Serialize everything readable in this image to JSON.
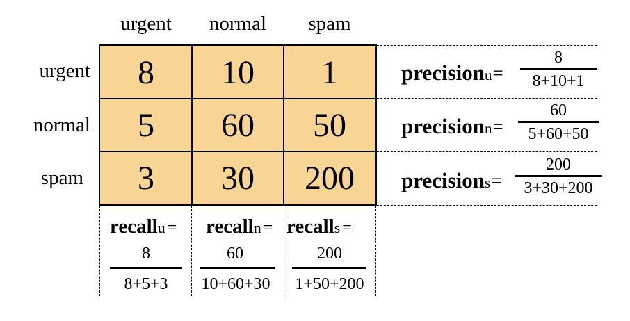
{
  "columns": [
    "urgent",
    "normal",
    "spam"
  ],
  "rows": [
    "urgent",
    "normal",
    "spam"
  ],
  "matrix": [
    [
      "8",
      "10",
      "1"
    ],
    [
      "5",
      "60",
      "50"
    ],
    [
      "3",
      "30",
      "200"
    ]
  ],
  "precision": [
    {
      "word": "precision",
      "sub": "u",
      "eq": "=",
      "numerator": "8",
      "denominator": "8+10+1"
    },
    {
      "word": "precision",
      "sub": "n",
      "eq": "=",
      "numerator": "60",
      "denominator": "5+60+50"
    },
    {
      "word": "precision",
      "sub": "s",
      "eq": "=",
      "numerator": "200",
      "denominator": "3+30+200"
    }
  ],
  "recall": [
    {
      "word": "recall",
      "sub": "u",
      "eq": "=",
      "numerator": "8",
      "denominator": "8+5+3"
    },
    {
      "word": "recall",
      "sub": "n",
      "eq": "=",
      "numerator": "60",
      "denominator": "10+60+30"
    },
    {
      "word": "recall",
      "sub": "s",
      "eq": "=",
      "numerator": "200",
      "denominator": "1+50+200"
    }
  ],
  "colors": {
    "cell_fill": "#f8d594",
    "line": "#000000"
  }
}
